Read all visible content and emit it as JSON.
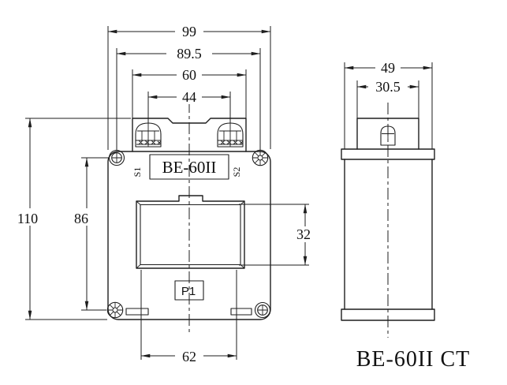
{
  "drawing": {
    "caption": "BE-60II CT",
    "front": {
      "model": "BE-60II",
      "p1": "P1",
      "s1": "S1",
      "s2": "S2",
      "dim_overall_width": "99",
      "dim_mount_hole_span": "89.5",
      "dim_cover_width": "60",
      "dim_terminal_span": "44",
      "dim_overall_height": "110",
      "dim_mount_hole_height": "86",
      "dim_window_height": "32",
      "dim_window_width": "62"
    },
    "side": {
      "dim_depth": "49",
      "dim_terminal_depth": "30.5"
    },
    "colors": {
      "line": "#1e1e1e",
      "background": "#ffffff",
      "text": "#111111"
    }
  }
}
